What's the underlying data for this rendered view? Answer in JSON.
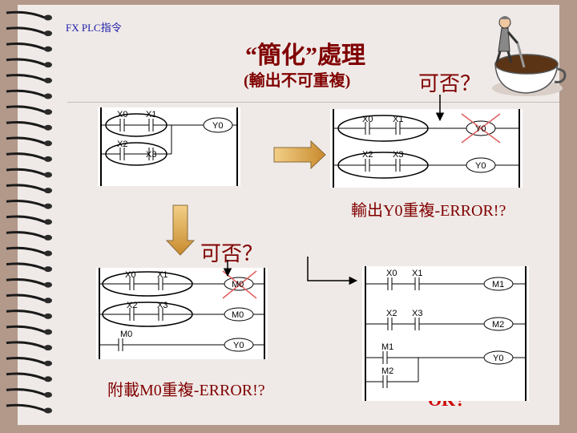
{
  "header": {
    "course_label": "FX PLC指令"
  },
  "slide": {
    "title": "“簡化”處理",
    "subtitle": "(輸出不可重複)",
    "question_top": "可否？",
    "question_left": "可否？",
    "error_y0": "輸出Y0重複-ERROR!?",
    "error_m0": "附載M0重複-ERROR!?",
    "ok_text": "OK！"
  },
  "diagram_a": {
    "contacts": [
      "X0",
      "X1",
      "X2",
      "X3"
    ],
    "coil": "Y0"
  },
  "diagram_b": {
    "contacts": [
      "X0",
      "X1",
      "X2",
      "X3"
    ],
    "coils": [
      "Y0",
      "Y0"
    ]
  },
  "diagram_c": {
    "contacts": [
      "X0",
      "X1",
      "X2",
      "X3",
      "M0"
    ],
    "coils": [
      "M0",
      "M0",
      "Y0"
    ]
  },
  "diagram_d": {
    "contacts": [
      "X0",
      "X1",
      "X2",
      "X3",
      "M1",
      "M2"
    ],
    "coils": [
      "M1",
      "M2",
      "Y0"
    ]
  },
  "colors": {
    "title": "#800000",
    "header": "#1a1aa8",
    "ok": "#cc0000",
    "cross": "#e06060",
    "background": "#b3998a"
  }
}
